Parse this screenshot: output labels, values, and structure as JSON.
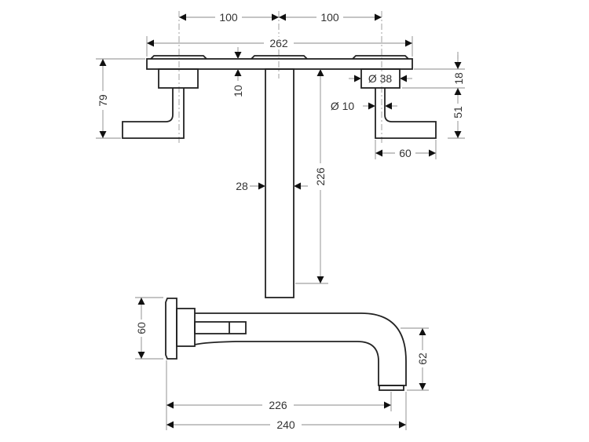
{
  "drawing": {
    "top_view": {
      "spacing_left": "100",
      "spacing_right": "100",
      "plate_width": "262",
      "lever_height": "79",
      "plate_thickness": "10",
      "spout_column_length": "226",
      "column_width": "28",
      "escutcheon_diameter": "Ø 38",
      "escutcheon_height": "18",
      "lever_drop": "51",
      "lever_stem_diameter": "Ø 10",
      "lever_length": "60"
    },
    "side_view": {
      "plate_height": "60",
      "spout_height": "62",
      "projection_to_outlet": "226",
      "overall_projection": "240"
    }
  }
}
